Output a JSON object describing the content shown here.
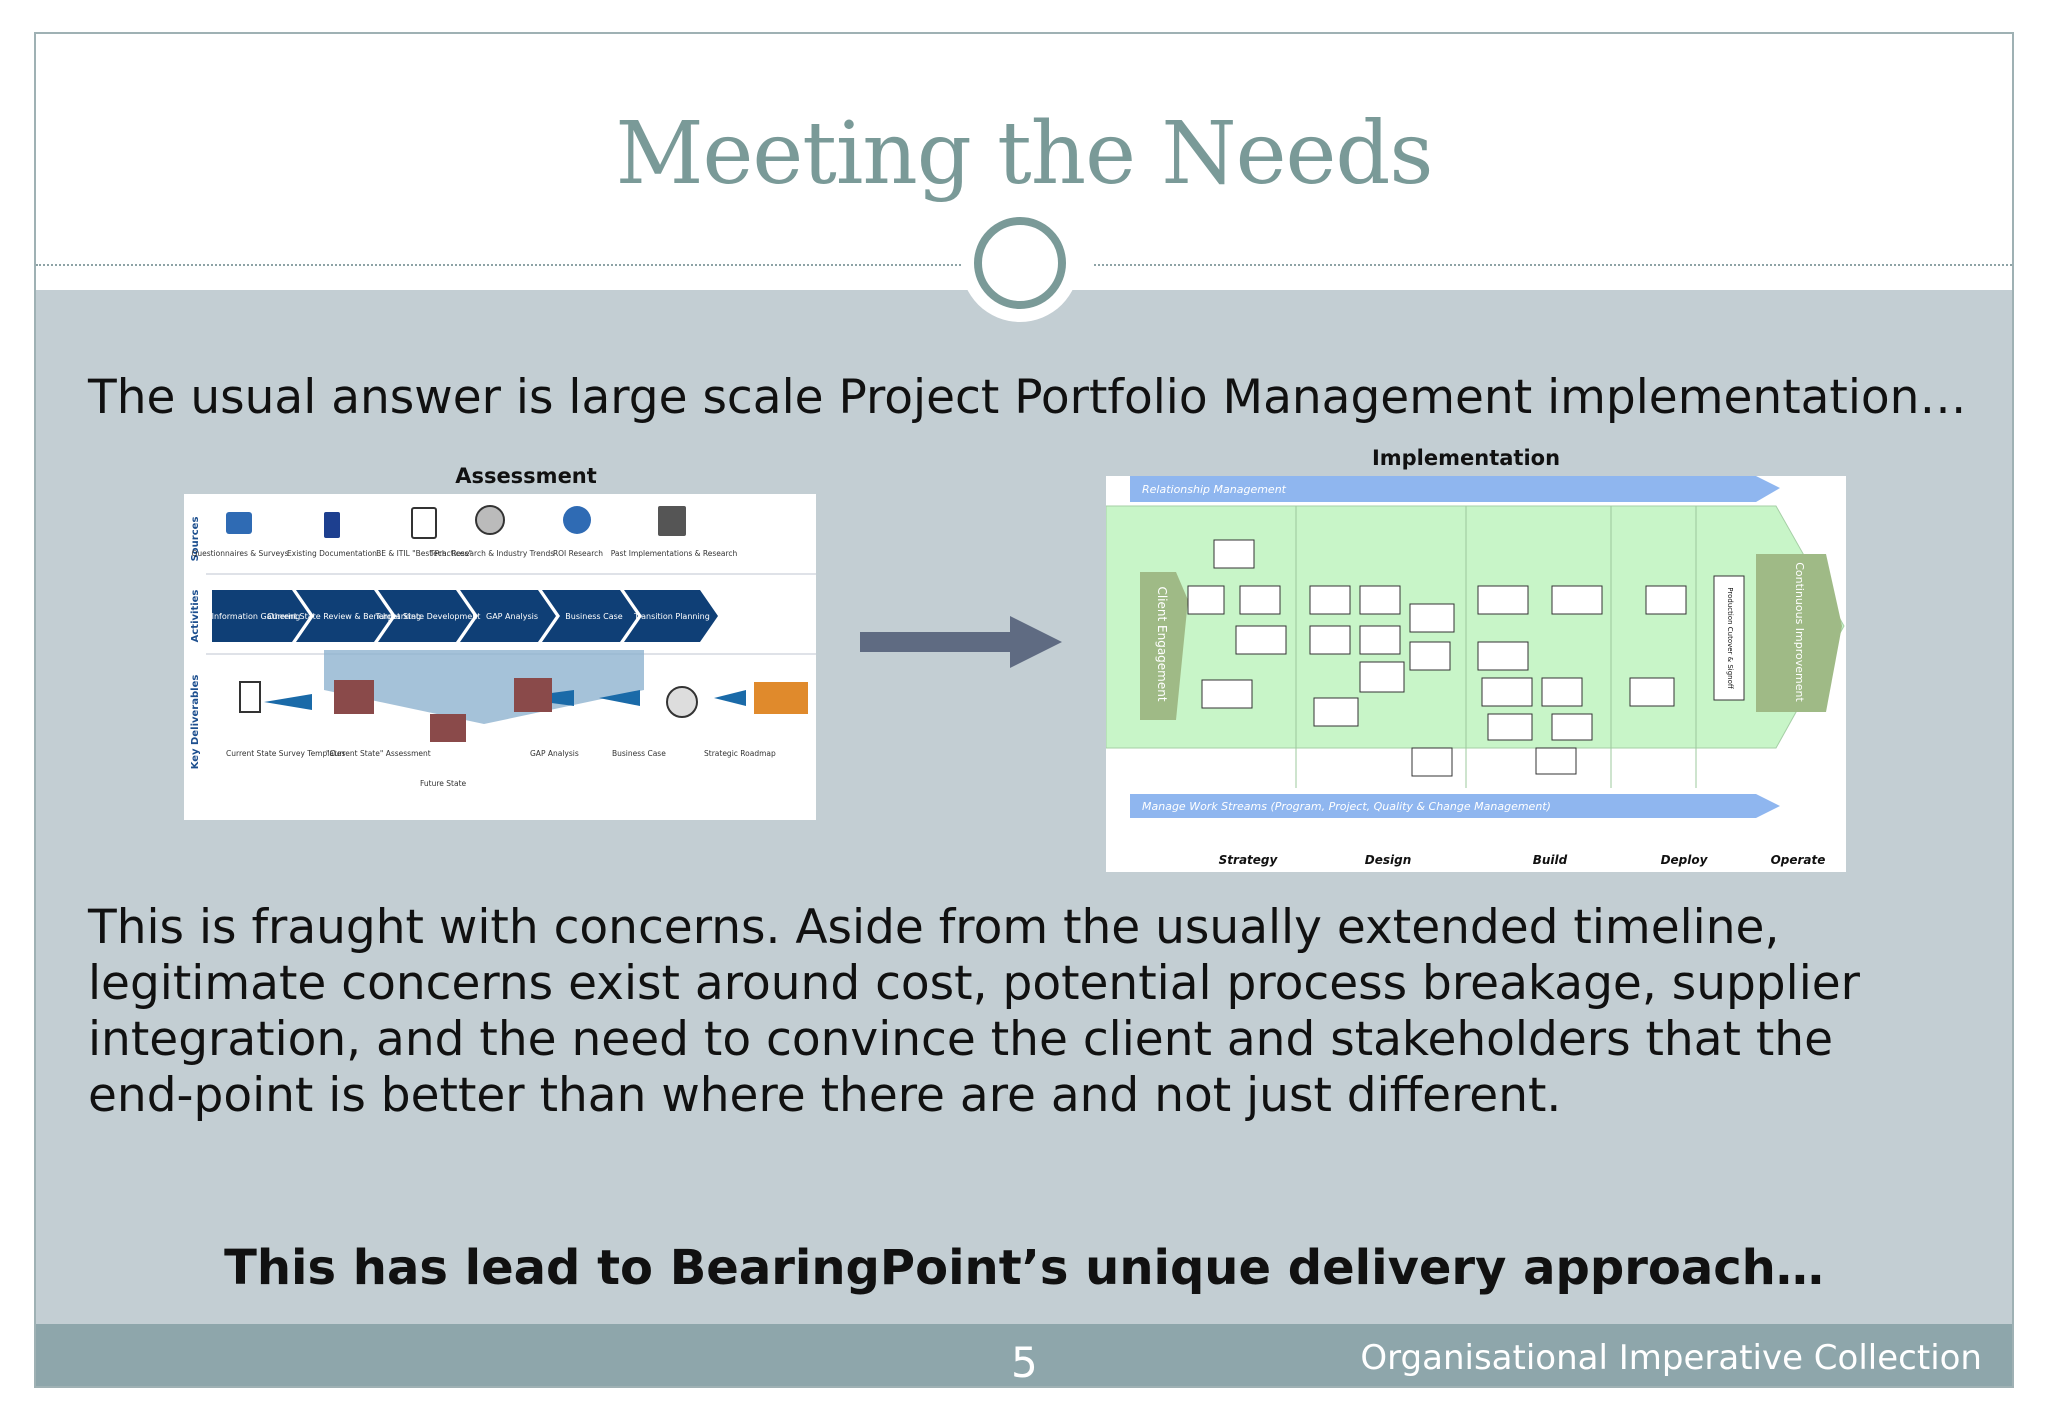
{
  "title": "Meeting the Needs",
  "intro": "The usual answer is large scale Project Portfolio Management implementation…",
  "assessment": {
    "caption": "Assessment",
    "row_labels": [
      "Sources",
      "Activities",
      "Key Deliverables"
    ],
    "sources": [
      "Questionnaires & Surveys",
      "Existing Documentation",
      "BE & ITIL \"Best Practices\"",
      "Tech. Research & Industry Trends",
      "ROI Research",
      "Past Implementations & Research"
    ],
    "activities": [
      "Information Gathering",
      "Current State Review & Benchmarking",
      "Target State Development",
      "GAP Analysis",
      "Business Case",
      "Transition Planning"
    ],
    "deliverables": [
      "Current State Survey Templates",
      "\"Current State\" Assessment",
      "Future State",
      "GAP Analysis",
      "Business Case",
      "Strategic Roadmap"
    ]
  },
  "implementation": {
    "caption": "Implementation",
    "top_banner": "Relationship Management",
    "bottom_banner": "Manage Work Streams (Program, Project, Quality & Change Management)",
    "left_label": "Client Engagement",
    "right_label": "Continuous Improvement",
    "mid_label": "Production Cutover & Signoff",
    "phases": [
      "Strategy",
      "Design",
      "Build",
      "Deploy",
      "Operate"
    ]
  },
  "paragraph": [
    "This is fraught with concerns. Aside from the usually extended timeline,",
    "legitimate concerns exist around cost, potential process breakage, supplier",
    "integration, and the need to convince the client and stakeholders that the",
    "end-point is better than where there are and not just different."
  ],
  "closing": "This has lead to BearingPoint’s unique delivery approach…",
  "footer": {
    "page_number": "5",
    "collection": "Organisational Imperative Collection"
  }
}
